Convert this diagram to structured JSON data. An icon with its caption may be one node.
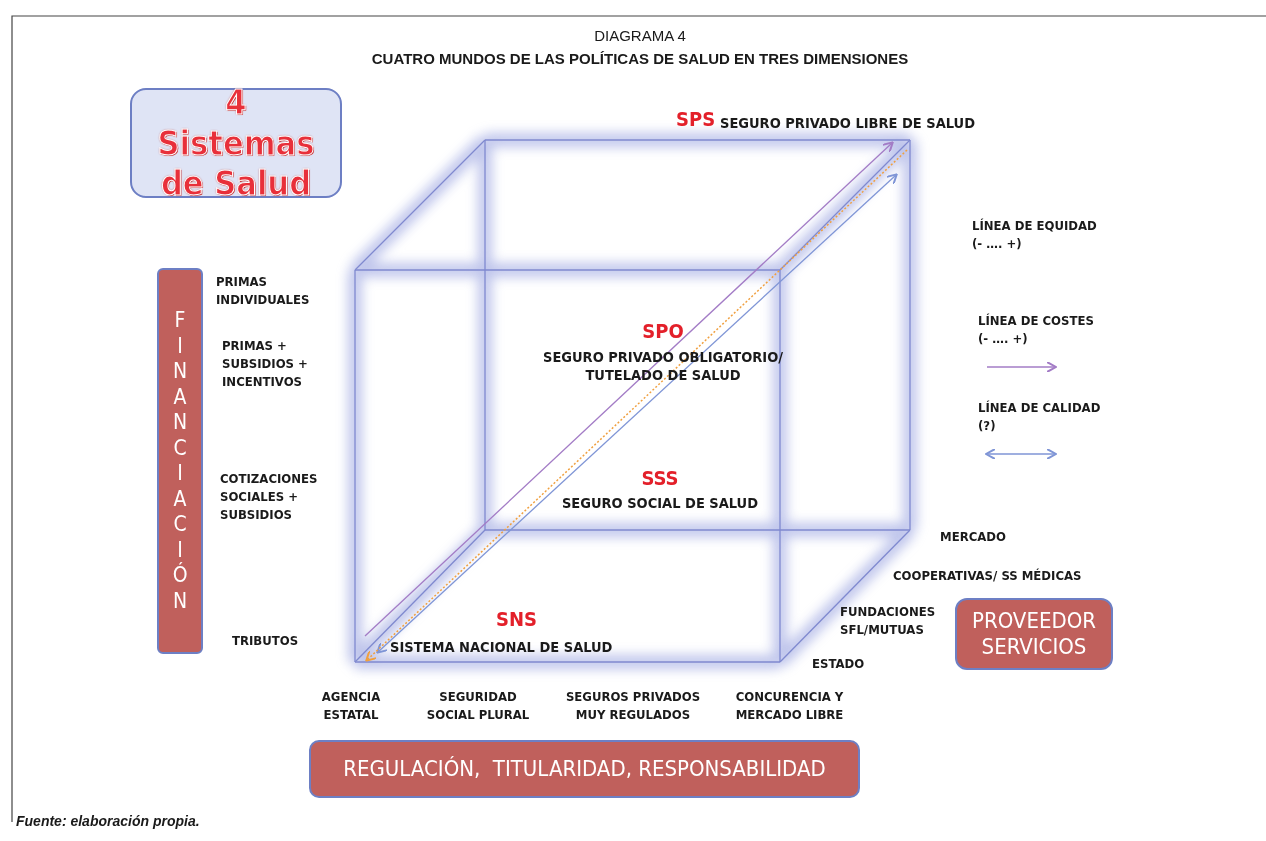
{
  "diagram": {
    "title": "CUATRO MUNDOS DE LAS POLÍTICAS DE SALUD EN TRES DIMENSIONES",
    "caption": "Fuente: elaboración propia.",
    "nodes": [
      {
        "text": [
          "4 Sistemas de Salud"
        ]
      },
      {
        "text": [
          "FINANCIACIÓN"
        ]
      },
      {
        "text": [
          "PROVEEDOR SERVICIOS"
        ]
      },
      {
        "text": [
          "REGULACIÓN,  TITULARIDAD, RESPONSABILIDAD"
        ]
      }
    ],
    "labels": [
      "DIAGRAMA 4",
      "SPS",
      "SEGURO PRIVADO LIBRE DE SALUD",
      "PRIMAS INDIVIDUALES",
      "PRIMAS + SUBSIDIOS + INCENTIVOS",
      "SPO",
      "SEGURO PRIVADO OBLIGATORIO/ TUTELADO DE SALUD",
      "COTIZACIONES SOCIALES + SUBSIDIOS",
      "SSS",
      "SEGURO SOCIAL DE SALUD",
      "MERCADO",
      "COOPERATIVAS/ SS MÉDICAS",
      "SNS",
      "TRIBUTOS",
      "FUNDACIONES SFL/MUTUAS",
      "SISTEMA NACIONAL DE SALUD",
      "ESTADO",
      "AGENCIA ESTATAL",
      "SEGURIDAD SOCIAL PLURAL",
      "SEGUROS PRIVADOS MUY REGULADOS",
      "CONCURENCIA Y MERCADO LIBRE"
    ],
    "legend": [
      {
        "text": "LÍNEA DE EQUIDAD (- …. +)"
      },
      {
        "text": "LÍNEA DE COSTES (- …. +)"
      },
      {
        "text": "LÍNEA DE CALIDAD (?)"
      }
    ]
  }
}
